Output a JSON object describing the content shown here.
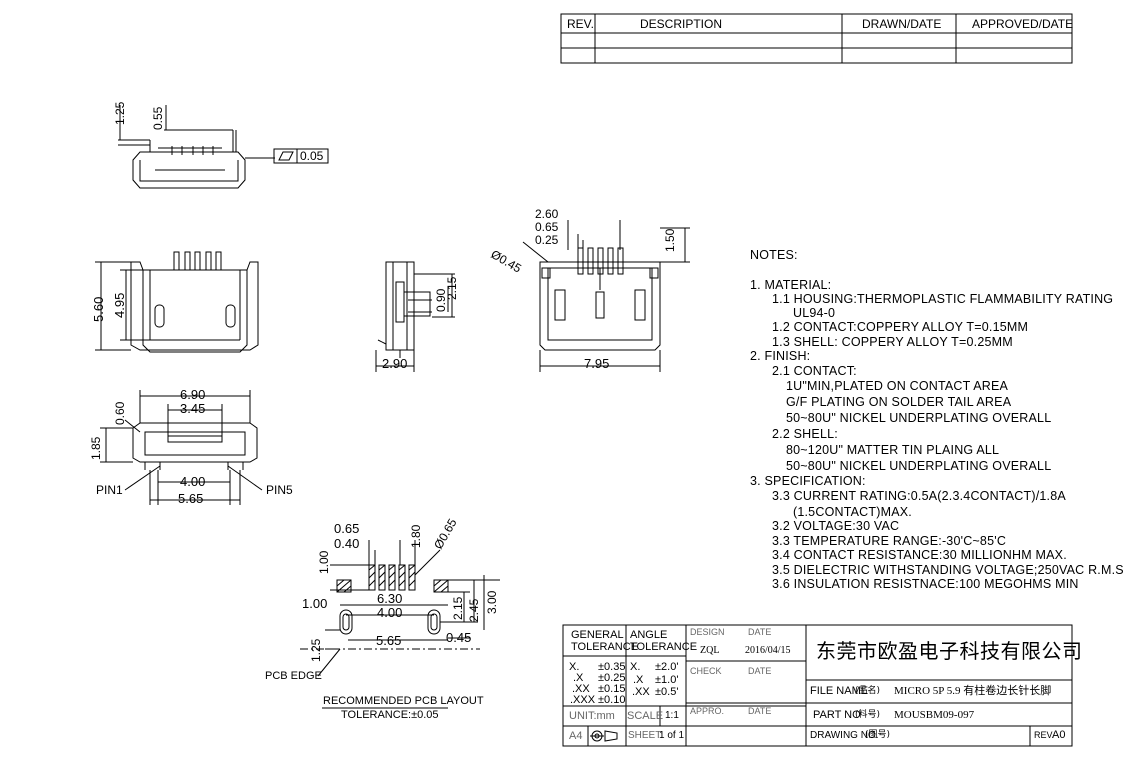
{
  "rev_table": {
    "rev": "REV.",
    "description": "DESCRIPTION",
    "drawn_date": "DRAWN/DATE",
    "approved_date": "APPROVED/DATE"
  },
  "dims": {
    "d125": "1.25",
    "d055": "0.55",
    "flat": "0.05",
    "d260": "2.60",
    "d065a": "0.65",
    "d025": "0.25",
    "d150": "1.50",
    "phi045": "Ø0.45",
    "d560": "5.60",
    "d495": "4.95",
    "d215a": "2.15",
    "d090": "0.90",
    "d290": "2.90",
    "d795": "7.95",
    "d690": "6.90",
    "d345": "3.45",
    "d060": "0.60",
    "d185": "1.85",
    "d400a": "4.00",
    "d565a": "5.65",
    "pin1": "PIN1",
    "pin5": "PIN5",
    "d065b": "0.65",
    "d040": "0.40",
    "d180": "1.80",
    "phi065": "Ø0.65",
    "d100a": "1.00",
    "d100b": "1.00",
    "d630": "6.30",
    "d400b": "4.00",
    "d215b": "2.15",
    "d245": "2.45",
    "d300": "3.00",
    "d125b": "1.25",
    "d565b": "5.65",
    "d045": "0.45",
    "pcb_edge": "PCB EDGE",
    "rec_layout": "RECOMMENDED PCB LAYOUT",
    "tolerance": "TOLERANCE:±0.05"
  },
  "notes": {
    "title": "NOTES:",
    "lines": [
      "1. MATERIAL:",
      "1.1 HOUSING:THERMOPLASTIC FLAMMABILITY RATING",
      "UL94-0",
      "1.2 CONTACT:COPPERY ALLOY T=0.15MM",
      "1.3 SHELL:   COPPERY ALLOY T=0.25MM",
      "2. FINISH:",
      "2.1 CONTACT:",
      "1U\"MIN,PLATED ON CONTACT AREA",
      "G/F PLATING ON SOLDER TAIL AREA",
      "50~80U\" NICKEL UNDERPLATING OVERALL",
      "2.2 SHELL:",
      "80~120U\" MATTER TIN PLAING ALL",
      "50~80U\" NICKEL UNDERPLATING OVERALL",
      "3. SPECIFICATION:",
      "3.3 CURRENT RATING:0.5A(2.3.4CONTACT)/1.8A",
      "(1.5CONTACT)MAX.",
      "3.2 VOLTAGE:30 VAC",
      "3.3 TEMPERATURE RANGE:-30'C~85'C",
      "3.4 CONTACT RESISTANCE:30 MILLIONHM MAX.",
      "3.5 DIELECTRIC WITHSTANDING VOLTAGE;250VAC R.M.S",
      "3.6 INSULATION RESISTNACE:100 MEGOHMS MIN"
    ]
  },
  "title_block": {
    "general_tolerance": [
      "GENERAL",
      "TOLERANCE"
    ],
    "angle_tolerance": [
      "ANGLE",
      "TOLERANCE"
    ],
    "gen_rows": [
      [
        "X.",
        "±0.35"
      ],
      [
        ".X",
        "±0.25"
      ],
      [
        ".XX",
        "±0.15"
      ],
      [
        ".XXX",
        "±0.10"
      ]
    ],
    "ang_rows": [
      [
        "X.",
        "±2.0'"
      ],
      [
        ".X",
        "±1.0'"
      ],
      [
        ".XX",
        "±0.5'"
      ]
    ],
    "unit_label": "UNIT:mm",
    "scale_label": "SCALE",
    "scale_value": "1:1",
    "paper": "A4",
    "sheet_label": "SHEET:",
    "sheet_value": "1 of 1",
    "design_label": "DESIGN",
    "design_date_label": "DATE",
    "designer": "ZQL",
    "design_date": "2016/04/15",
    "check_label": "CHECK",
    "check_date_label": "DATE",
    "appro_label": "APPRO.",
    "appro_date_label": "DATE",
    "company": "东莞市欧盈电子科技有限公司",
    "file_name_label": "FILE NAME",
    "file_name_cn": "(品名)",
    "file_name_value": "MICRO 5P 5.9 有柱卷边长针长脚",
    "part_no_label": "PART NO",
    "part_no_cn": "(料号)",
    "part_no_value": "MOUSBM09-097",
    "drawing_no_label": "DRAWING NO.",
    "drawing_no_cn": "(图号)",
    "rev_label": "REV.",
    "rev_value": "A0"
  }
}
